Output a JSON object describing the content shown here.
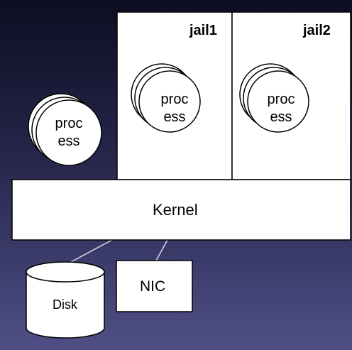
{
  "jails": [
    {
      "title": "jail1",
      "process_label": [
        "proc",
        "ess"
      ]
    },
    {
      "title": "jail2",
      "process_label": [
        "proc",
        "ess"
      ]
    }
  ],
  "host_process_label": [
    "proc",
    "ess"
  ],
  "kernel": {
    "label": "Kernel"
  },
  "nic": {
    "label": "NIC"
  },
  "disk": {
    "label": "Disk"
  },
  "colors": {
    "background_top": "#0d0d22",
    "background_bottom": "#4f4f86",
    "box_fill": "#ffffff",
    "stroke": "#000000",
    "connector": "#d8d8e8"
  }
}
